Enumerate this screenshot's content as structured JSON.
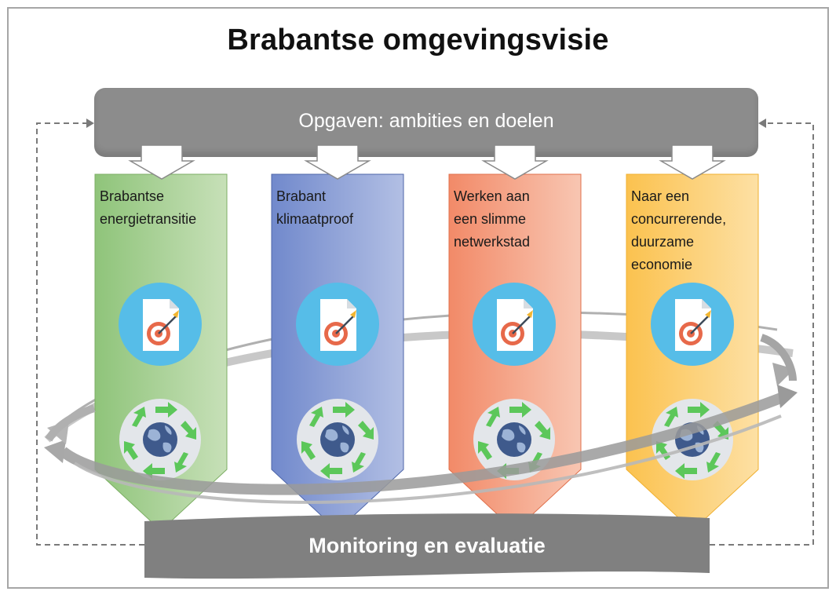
{
  "title": "Brabantse omgevingsvisie",
  "top_bar": {
    "label": "Opgaven: ambities en doelen",
    "color": "#8c8c8c"
  },
  "bottom_bar": {
    "label": "Monitoring en evaluatie",
    "color": "#808080"
  },
  "columns": [
    {
      "label": "Brabantse\nenergietransitie",
      "color_start": "#8fc47a",
      "color_end": "#c7e0b8",
      "border": "#7cae64"
    },
    {
      "label": "Brabant\nklimaatproof",
      "color_start": "#7189cc",
      "color_end": "#b2bfe4",
      "border": "#4e66a8"
    },
    {
      "label": "Werken aan\neen slimme\nnetwerkstad",
      "color_start": "#f28a68",
      "color_end": "#f8c6b2",
      "border": "#e0704c"
    },
    {
      "label": "Naar een\nconcurrerende,\nduurzame\neconomie",
      "color_start": "#fbc24f",
      "color_end": "#fde0a4",
      "border": "#f0b030"
    }
  ],
  "icons": {
    "target": "document-target-icon",
    "globe": "globe-recycle-icon"
  }
}
